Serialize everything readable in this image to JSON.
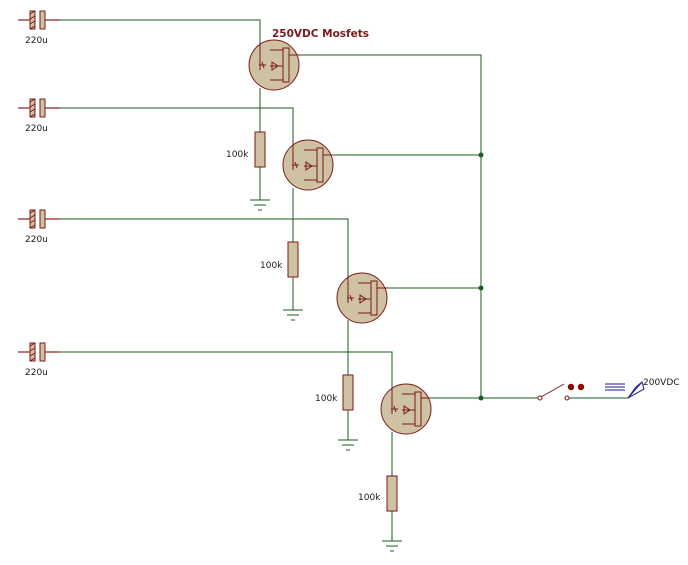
{
  "title": "250VDC Mosfets",
  "capacitors": [
    {
      "label": "220u"
    },
    {
      "label": "220u"
    },
    {
      "label": "220u"
    },
    {
      "label": "220u"
    }
  ],
  "resistors": [
    {
      "label": "100k"
    },
    {
      "label": "100k"
    },
    {
      "label": "100k"
    },
    {
      "label": "100k"
    }
  ],
  "output_terminal": {
    "label": "200VDC"
  },
  "colors": {
    "wire": "#1a5e1a",
    "component_fill": "#cfc2a2",
    "component_stroke": "#7a1a1a",
    "title": "#7a1a1a",
    "switch_contact": "#8b0000"
  }
}
